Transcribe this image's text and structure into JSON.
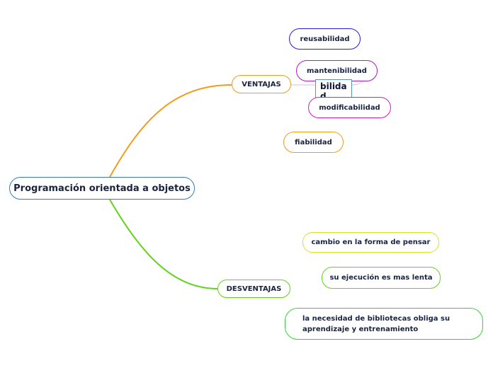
{
  "root": {
    "label": "Programación orientada a objetos"
  },
  "ventajas": {
    "label": "VENTAJAS",
    "children": [
      "reusabilidad",
      "mantenibilidad",
      "modificabilidad",
      "fiabilidad"
    ]
  },
  "desventajas": {
    "label": "DESVENTAJAS",
    "children": [
      "cambio en la forma de pensar",
      "su ejecución es mas lenta",
      "la necesidad de bibliotecas obliga su aprendizaje y entrenamiento"
    ]
  },
  "editing_box": {
    "text": "bilida d"
  },
  "colors": {
    "root_border": "#2f7fb3",
    "ventajas": "#f39c1a",
    "desventajas": "#5fd418",
    "reusabilidad": "#2a1ccf",
    "mantenibilidad": "#b018c8",
    "modificabilidad": "#d41cc6",
    "fiabilidad": "#f39c1a",
    "cambio": "#d9e22a",
    "ejecucion": "#5fd418",
    "necesidad": "#35d435"
  }
}
